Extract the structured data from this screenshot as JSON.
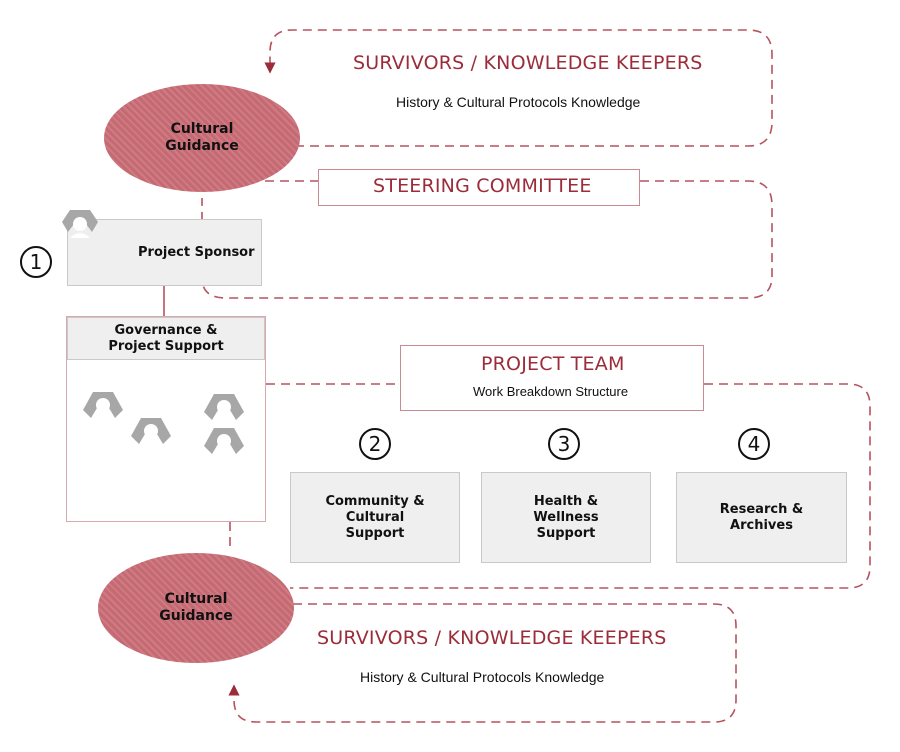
{
  "top": {
    "title": "SURVIVORS / KNOWLEDGE KEEPERS",
    "subtitle": "History & Cultural Protocols Knowledge",
    "ellipse_label": "Cultural\nGuidance"
  },
  "steering": {
    "title": "STEERING COMMITTEE"
  },
  "sponsor": {
    "number": "1",
    "label": "Project Sponsor"
  },
  "governance": {
    "label": "Governance &\nProject Support"
  },
  "project_team": {
    "title": "PROJECT TEAM",
    "subtitle": "Work Breakdown Structure",
    "units": [
      {
        "number": "2",
        "label": "Community &\nCultural\nSupport"
      },
      {
        "number": "3",
        "label": "Health &\nWellness\nSupport"
      },
      {
        "number": "4",
        "label": "Research &\nArchives"
      }
    ]
  },
  "bottom": {
    "title": "SURVIVORS / KNOWLEDGE KEEPERS",
    "subtitle": "History & Cultural Protocols Knowledge",
    "ellipse_label": "Cultural\nGuidance"
  },
  "colors": {
    "accent": "#9b2c3a",
    "ellipse": "#c56a72",
    "box_fill": "#efefef"
  },
  "icons": [
    "person-icon"
  ]
}
